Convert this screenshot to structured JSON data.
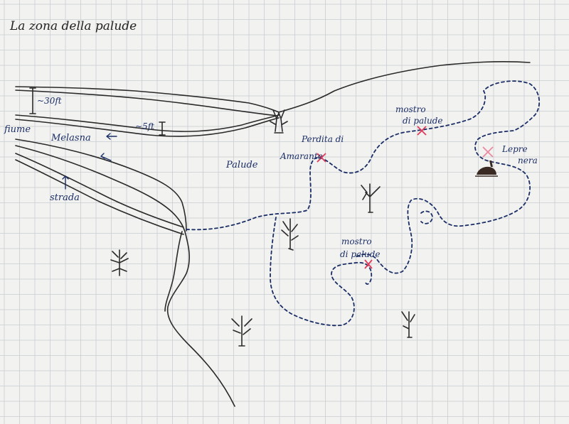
{
  "title": "La zona della palude",
  "labels": {
    "river_name_line1": "fiume",
    "river_name_line2": "Melasna",
    "road": "strada",
    "swamp": "Palude",
    "height_30": "~30ft",
    "height_5": "~5ft",
    "amaranth_line1": "Perdita di",
    "amaranth_line2": "Amarante",
    "monster_top_line1": "mostro",
    "monster_top_line2": "di palude",
    "monster_mid_line1": "mostro",
    "monster_mid_line2": "di palude",
    "hare_line1": "Lepre",
    "hare_line2": "nera"
  },
  "colors": {
    "paper": "#f2f2f0",
    "grid": "#c9ccd2",
    "ink_blue": "#1b2e66",
    "ink_black": "#2a2a2a",
    "x_mark": "#e23b5a",
    "hare": "#3a2a24"
  },
  "icons": [
    "tree-icon",
    "x-mark-icon",
    "hare-icon",
    "arrow-left-icon",
    "arrow-up-icon"
  ]
}
